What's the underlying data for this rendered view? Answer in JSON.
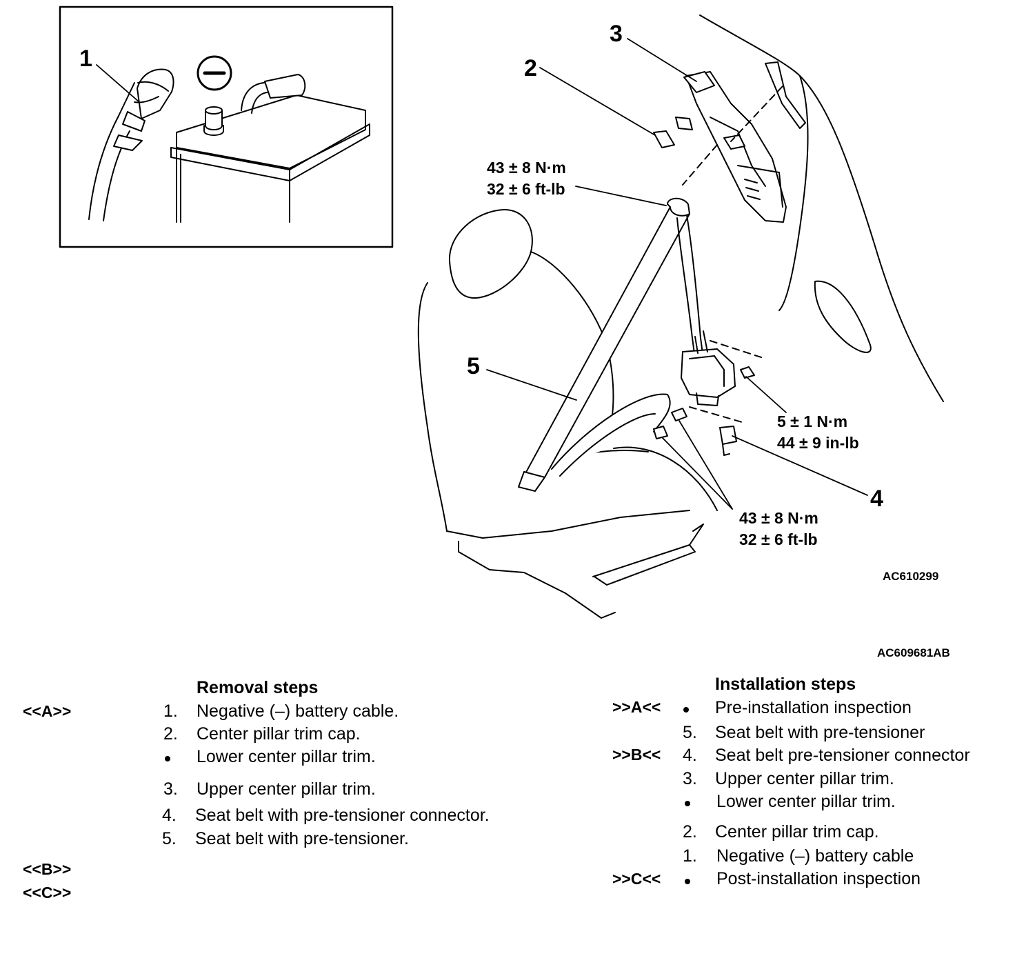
{
  "figure_code_inner": "AC610299",
  "figure_code_outer": "AC609681AB",
  "callouts": [
    "1",
    "2",
    "3",
    "4",
    "5"
  ],
  "battery_terminal_symbol": "minus-in-circle",
  "torque": {
    "upper_anchor": [
      "43 ± 8 N·m",
      "32 ± 6 ft-lb"
    ],
    "retractor_bolt": [
      "5 ± 1 N·m",
      "44 ± 9 in-lb"
    ],
    "lower_anchor": [
      "43 ± 8 N·m",
      "32 ± 6 ft-lb"
    ]
  },
  "removal": {
    "heading": "Removal steps",
    "tags": [
      "<<A>>",
      "<<B>>",
      "<<C>>"
    ],
    "steps": [
      {
        "num": "1.",
        "text": "Negative (–) battery cable."
      },
      {
        "num": "2.",
        "text": "Center pillar trim cap."
      },
      {
        "num": "",
        "bullet": true,
        "text": "Lower center pillar trim."
      },
      {
        "num": "3.",
        "text": "Upper center pillar trim."
      },
      {
        "num": "4.",
        "text": "Seat belt with pre-tensioner connector."
      },
      {
        "num": "5.",
        "text": "Seat belt with pre-tensioner."
      }
    ]
  },
  "installation": {
    "heading": "Installation steps",
    "tags": [
      ">>A<<",
      ">>B<<",
      ">>C<<"
    ],
    "steps": [
      {
        "num": "",
        "bullet": true,
        "text": "Pre-installation inspection"
      },
      {
        "num": "5.",
        "text": "Seat belt with pre-tensioner"
      },
      {
        "num": "4.",
        "text": "Seat belt pre-tensioner connector"
      },
      {
        "num": "3.",
        "text": "Upper center pillar trim."
      },
      {
        "num": "",
        "bullet": true,
        "text": "Lower center pillar trim."
      },
      {
        "num": "2.",
        "text": "Center pillar trim cap."
      },
      {
        "num": "1.",
        "text": "Negative (–) battery cable"
      },
      {
        "num": "",
        "bullet": true,
        "text": "Post-installation inspection"
      }
    ]
  }
}
